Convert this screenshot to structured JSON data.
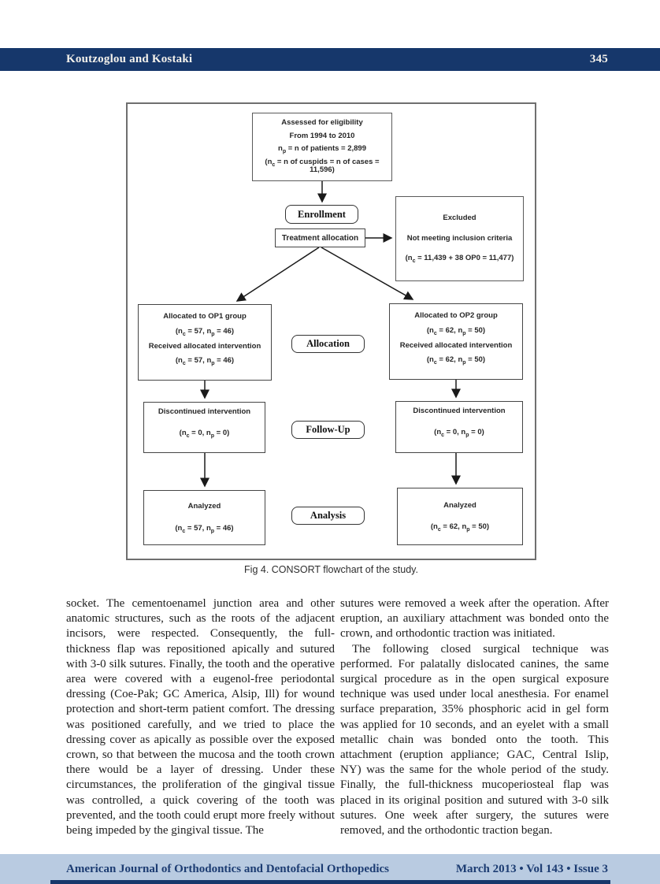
{
  "header": {
    "running_head": "Koutzoglou and Kostaki",
    "page_number": "345"
  },
  "figure": {
    "caption": "Fig 4. CONSORT flowchart of the study.",
    "boxes": {
      "assessed": {
        "lines": [
          "Assessed for eligibility",
          "From 1994 to 2010",
          "n_{p} = n of patients = 2,899",
          "(n_{c} = n of cuspids = n of cases = 11,596)"
        ]
      },
      "enrollment": {
        "label": "Enrollment"
      },
      "treatment_allocation": {
        "label": "Treatment allocation"
      },
      "excluded": {
        "lines": [
          "Excluded",
          "Not meeting inclusion criteria",
          "(n_{c} = 11,439 + 38 OP0 = 11,477)"
        ]
      },
      "op1": {
        "lines": [
          "Allocated to OP1 group",
          "(n_{c} = 57, n_{p} = 46)",
          "Received allocated intervention",
          "(n_{c} = 57, n_{p} = 46)"
        ]
      },
      "op2": {
        "lines": [
          "Allocated to OP2 group",
          "(n_{c} = 62, n_{p} = 50)",
          "Received allocated intervention",
          "(n_{c} = 62, n_{p} = 50)"
        ]
      },
      "allocation": {
        "label": "Allocation"
      },
      "discontinued_op1": {
        "lines": [
          "Discontinued intervention",
          "(n_{c} = 0, n_{p} = 0)"
        ]
      },
      "followup": {
        "label": "Follow-Up"
      },
      "discontinued_op2": {
        "lines": [
          "Discontinued intervention",
          "(n_{c} = 0, n_{p} = 0)"
        ]
      },
      "analyzed_op1": {
        "lines": [
          "Analyzed",
          "(n_{c} = 57, n_{p} = 46)"
        ]
      },
      "analysis": {
        "label": "Analysis"
      },
      "analyzed_op2": {
        "lines": [
          "Analyzed",
          "(n_{c} = 62, n_{p} = 50)"
        ]
      }
    }
  },
  "body": {
    "left_column": [
      "socket. The cementoenamel junction area and other anatomic structures, such as the roots of the adjacent incisors, were respected. Consequently, the full-thickness flap was repositioned apically and sutured with 3-0 silk sutures. Finally, the tooth and the operative area were covered with a eugenol-free periodontal dressing (Coe-Pak; GC America, Alsip, Ill) for wound protection and short-term patient comfort. The dressing was positioned carefully, and we tried to place the dressing cover as apically as possible over the exposed crown, so that between the mucosa and the tooth crown there would be a layer of dressing. Under these circumstances, the proliferation of the gingival tissue was controlled, a quick covering of the tooth was prevented, and the tooth could erupt more freely without being impeded by the gingival tissue. The"
    ],
    "right_column": [
      "sutures were removed a week after the operation. After eruption, an auxiliary attachment was bonded onto the crown, and orthodontic traction was initiated.",
      "The following closed surgical technique was performed. For palatally dislocated canines, the same surgical procedure as in the open surgical exposure technique was used under local anesthesia. For enamel surface preparation, 35% phosphoric acid in gel form was applied for 10 seconds, and an eyelet with a small metallic chain was bonded onto the tooth. This attachment (eruption appliance; GAC, Central Islip, NY) was the same for the whole period of the study. Finally, the full-thickness mucoperiosteal flap was placed in its original position and sutured with 3-0 silk sutures. One week after surgery, the sutures were removed, and the orthodontic traction began."
    ]
  },
  "footer": {
    "journal": "American Journal of Orthodontics and Dentofacial Orthopedics",
    "issue": "March 2013 • Vol 143 • Issue 3"
  },
  "colors": {
    "navy": "#16376b",
    "footer_blue": "#b9cbe1"
  }
}
